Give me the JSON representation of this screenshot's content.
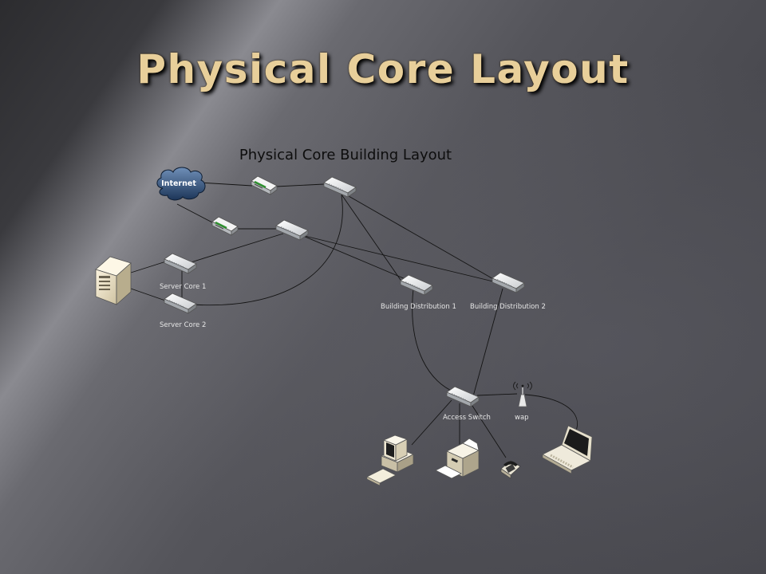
{
  "slide": {
    "title": "Physical Core Layout"
  },
  "diagram": {
    "title": "Physical Core Building Layout",
    "nodes": {
      "internet": "Internet",
      "server_core_1": "Server Core 1",
      "server_core_2": "Server Core 2",
      "building_distribution_1": "Building Distribution 1",
      "building_distribution_2": "Building Distribution 2",
      "access_switch": "Access Switch",
      "wap": "wap"
    },
    "icons": [
      "cloud-icon",
      "router-icon",
      "switch-icon",
      "server-icon",
      "desktop-computer-icon",
      "printer-icon",
      "telephone-icon",
      "laptop-icon",
      "antenna-icon"
    ]
  }
}
